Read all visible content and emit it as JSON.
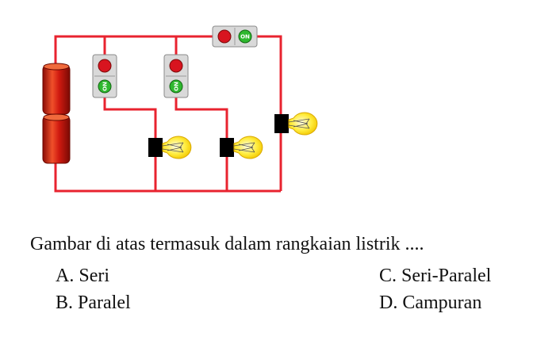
{
  "question": {
    "prompt": "Gambar di atas termasuk dalam rangkaian listrik ....",
    "options": [
      {
        "letter": "A.",
        "text": "Seri"
      },
      {
        "letter": "B.",
        "text": "Paralel"
      },
      {
        "letter": "C.",
        "text": "Seri-Paralel"
      },
      {
        "letter": "D.",
        "text": "Campuran"
      }
    ]
  },
  "circuit": {
    "main_switch_label": "ON",
    "branch_switch_labels": [
      "ON",
      "ON"
    ],
    "colors": {
      "wire": "#e8232f",
      "battery": "#d01a10",
      "switch_off": "#d8141f",
      "switch_on": "#2eb82e",
      "bulb_glass": "#ffe83a",
      "bulb_socket": "#000000"
    }
  }
}
